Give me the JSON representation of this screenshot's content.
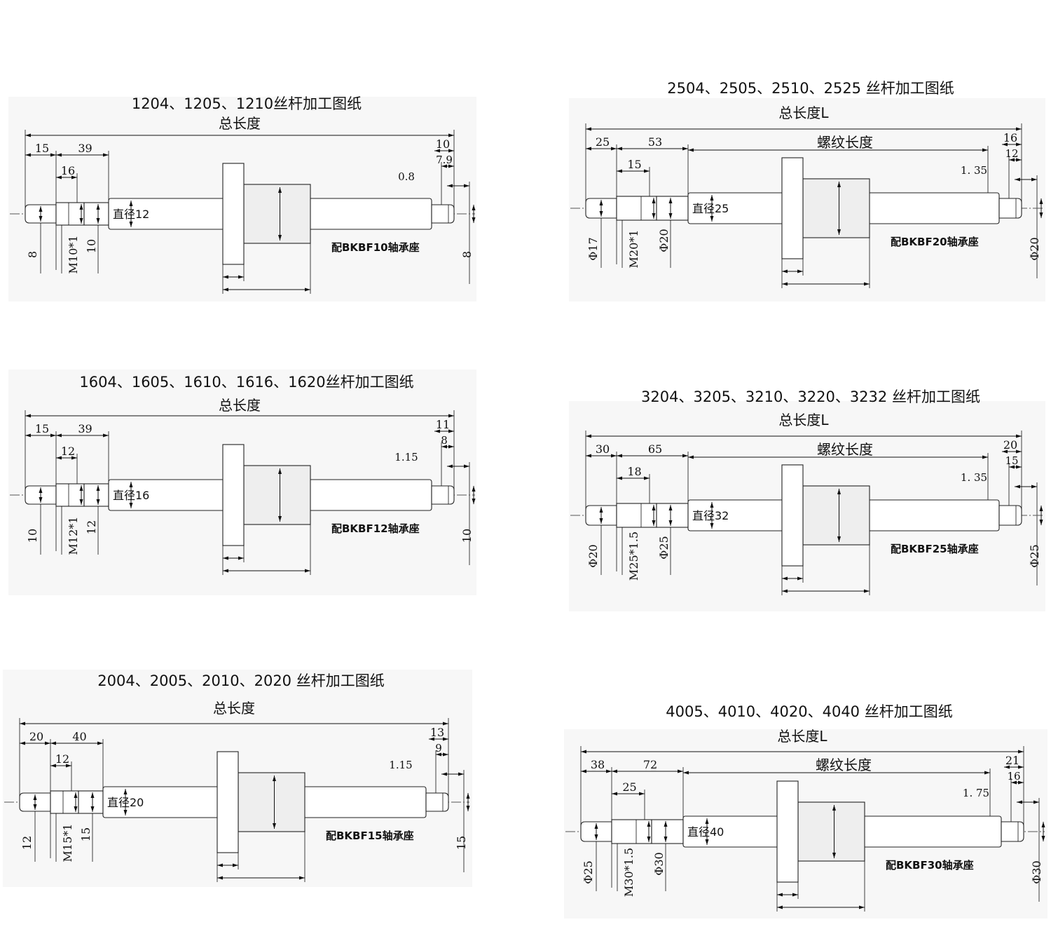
{
  "panels": [
    {
      "title": "1204、1205、1210丝杆加工图纸",
      "total_label": "总长度",
      "thread_label": "",
      "dims_top": [
        "15",
        "39",
        "16",
        "10",
        "7.9",
        "0.8"
      ],
      "shaft_diameter": "直径12",
      "dims_left": [
        "8",
        "M10*1",
        "10"
      ],
      "dim_right": "8",
      "bearing": "配BKBF10轴承座"
    },
    {
      "title": "2504、2505、2510、2525 丝杆加工图纸",
      "total_label": "总长度L",
      "thread_label": "螺纹长度",
      "dims_top": [
        "25",
        "53",
        "15",
        "16",
        "12",
        "1. 35"
      ],
      "shaft_diameter": "直径25",
      "dims_left": [
        "Φ17",
        "M20*1",
        "Φ20"
      ],
      "dim_right": "Φ20",
      "bearing": "配BKBF20轴承座"
    },
    {
      "title": "1604、1605、1610、1616、1620丝杆加工图纸",
      "total_label": "总长度",
      "thread_label": "",
      "dims_top": [
        "15",
        "39",
        "12",
        "11",
        "8",
        "1.15"
      ],
      "shaft_diameter": "直径16",
      "dims_left": [
        "10",
        "M12*1",
        "12"
      ],
      "dim_right": "10",
      "bearing": "配BKBF12轴承座"
    },
    {
      "title": "3204、3205、3210、3220、3232 丝杆加工图纸",
      "total_label": "总长度L",
      "thread_label": "螺纹长度",
      "dims_top": [
        "30",
        "65",
        "18",
        "20",
        "15",
        "1. 35"
      ],
      "shaft_diameter": "直径32",
      "dims_left": [
        "Φ20",
        "M25*1.5",
        "Φ25"
      ],
      "dim_right": "Φ25",
      "bearing": "配BKBF25轴承座"
    },
    {
      "title": "2004、2005、2010、2020 丝杆加工图纸",
      "total_label": "总长度",
      "thread_label": "",
      "dims_top": [
        "20",
        "40",
        "12",
        "13",
        "9",
        "1.15"
      ],
      "shaft_diameter": "直径20",
      "dims_left": [
        "12",
        "M15*1",
        "15"
      ],
      "dim_right": "15",
      "bearing": "配BKBF15轴承座"
    },
    {
      "title": "4005、4010、4020、4040 丝杆加工图纸",
      "total_label": "总长度L",
      "thread_label": "螺纹长度",
      "dims_top": [
        "38",
        "72",
        "25",
        "21",
        "16",
        "1. 75"
      ],
      "shaft_diameter": "直径40",
      "dims_left": [
        "Φ25",
        "M30*1.5",
        "Φ30"
      ],
      "dim_right": "Φ30",
      "bearing": "配BKBF30轴承座"
    }
  ]
}
